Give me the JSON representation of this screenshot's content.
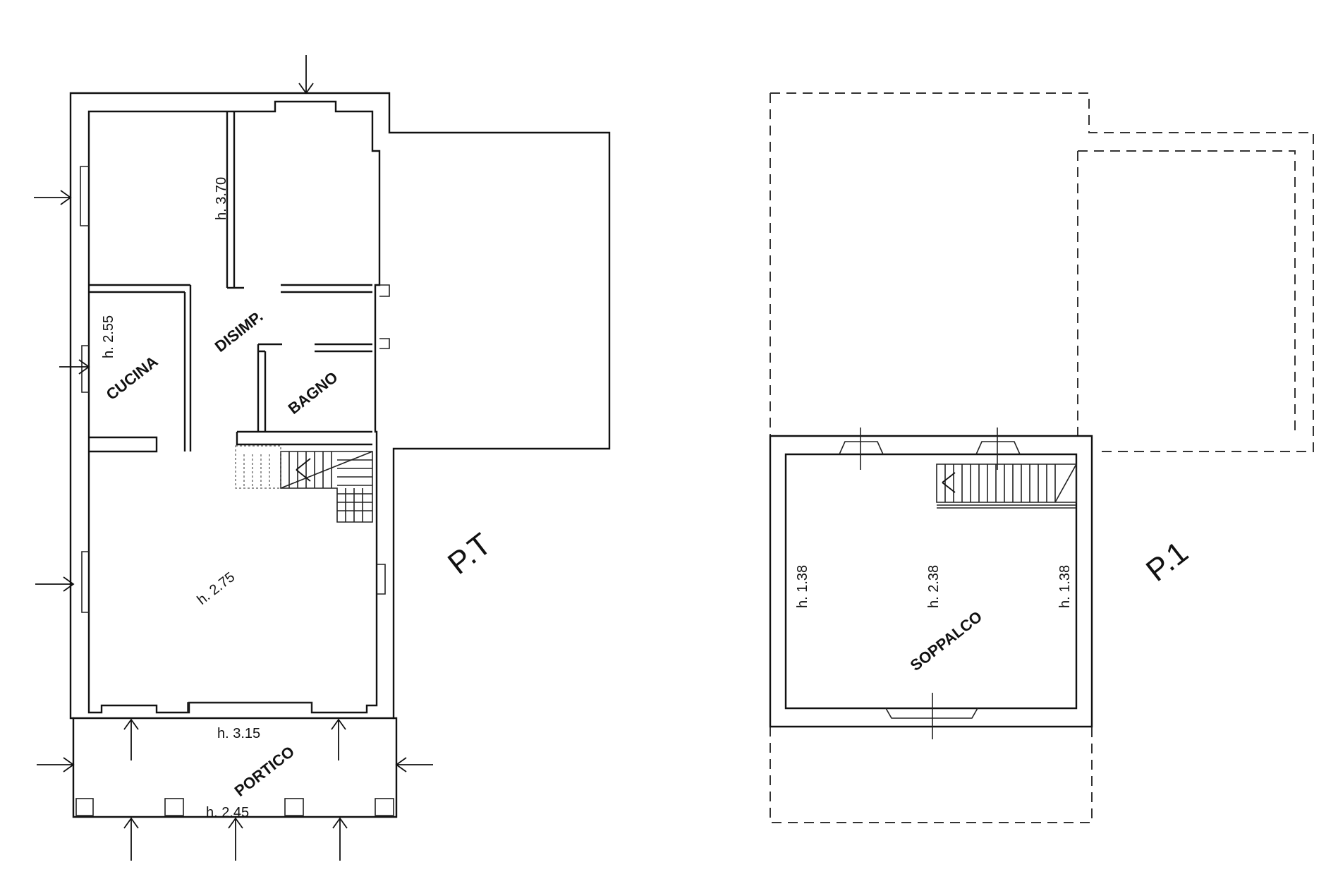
{
  "plan_ground": {
    "floor_label": "P.T",
    "rooms": {
      "cucina": "CUCINA",
      "disimp": "DISIMP.",
      "bagno": "BAGNO",
      "portico": "PORTICO"
    },
    "heights": {
      "h_370": "h. 3.70",
      "h_255": "h. 2.55",
      "h_275": "h. 2.75",
      "h_315": "h. 3.15",
      "h_245": "h. 2.45"
    }
  },
  "plan_first": {
    "floor_label": "P.1",
    "rooms": {
      "soppalco": "SOPPALCO"
    },
    "heights": {
      "left": "h. 1.38",
      "center": "h. 2.38",
      "right": "h. 1.38"
    }
  }
}
